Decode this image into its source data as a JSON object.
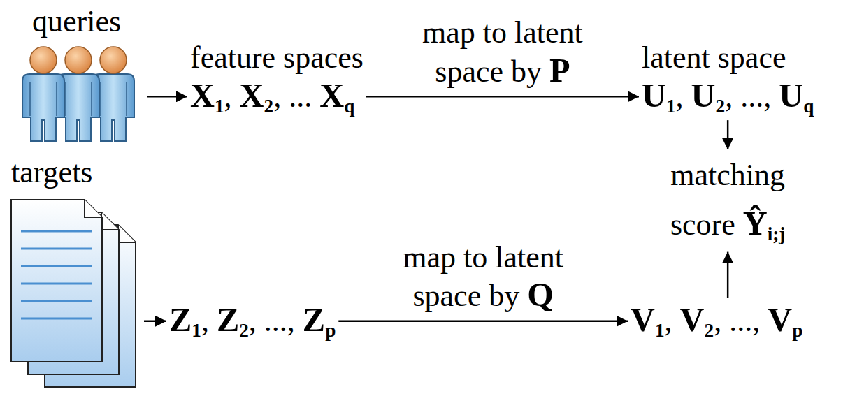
{
  "diagram": {
    "nodes": [
      {
        "text": [
          "queries"
        ]
      },
      {
        "text": [
          "feature spaces",
          "X1, X2, ... Xq"
        ]
      },
      {
        "text": [
          "latent space",
          "U1, U2, ..., Uq"
        ]
      },
      {
        "text": [
          "matching score Ŷi;j"
        ]
      },
      {
        "text": [
          "targets"
        ]
      },
      {
        "text": [
          "Z1, Z2, ..., Zp"
        ]
      },
      {
        "text": [
          "V1, V2, ..., Vp"
        ]
      }
    ],
    "edges": [
      {
        "from": 0,
        "to": 1,
        "arrow": "to"
      },
      {
        "from": 1,
        "to": 2,
        "arrow": "to",
        "label": "map to latent space by P"
      },
      {
        "from": 2,
        "to": 3,
        "arrow": "to"
      },
      {
        "from": 4,
        "to": 5,
        "arrow": "to"
      },
      {
        "from": 5,
        "to": 6,
        "arrow": "to",
        "label": "map to latent space by Q"
      },
      {
        "from": 6,
        "to": 3,
        "arrow": "to"
      }
    ]
  }
}
